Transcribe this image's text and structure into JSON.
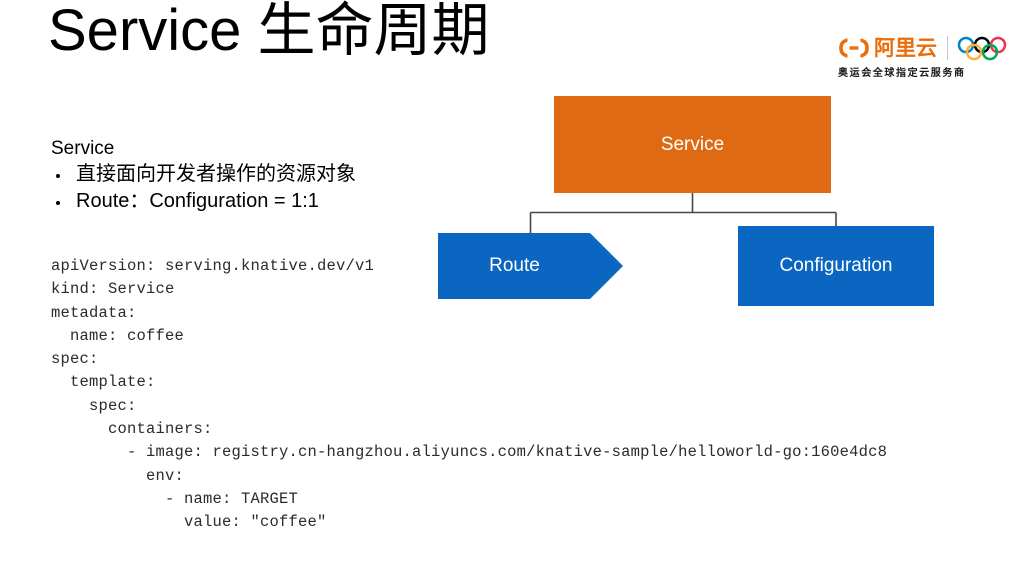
{
  "slide": {
    "title": "Service 生命周期"
  },
  "brand": {
    "name": "阿里云",
    "tagline": "奥运会全球指定云服务商",
    "logo_color": "#EC6C09",
    "bracket_icon": "alibaba-cloud-bracket-icon",
    "rings_icon": "olympic-rings-icon",
    "ring_colors": [
      "#0081C8",
      "#000000",
      "#EE334E",
      "#FCB131",
      "#00A651"
    ]
  },
  "content": {
    "heading": "Service",
    "bullets": [
      "直接面向开发者操作的资源对象",
      "Route：Configuration = 1:1"
    ],
    "code": "apiVersion: serving.knative.dev/v1\nkind: Service\nmetadata:\n  name: coffee\nspec:\n  template:\n    spec:\n      containers:\n        - image: registry.cn-hangzhou.aliyuncs.com/knative-sample/helloworld-go:160e4dc8\n          env:\n            - name: TARGET\n              value: \"coffee\""
  },
  "diagram": {
    "service_label": "Service",
    "route_label": "Route",
    "configuration_label": "Configuration",
    "service_color": "#DE6B14",
    "route_color": "#0A66C0",
    "configuration_color": "#0A66C0",
    "connector_color": "#464646"
  }
}
